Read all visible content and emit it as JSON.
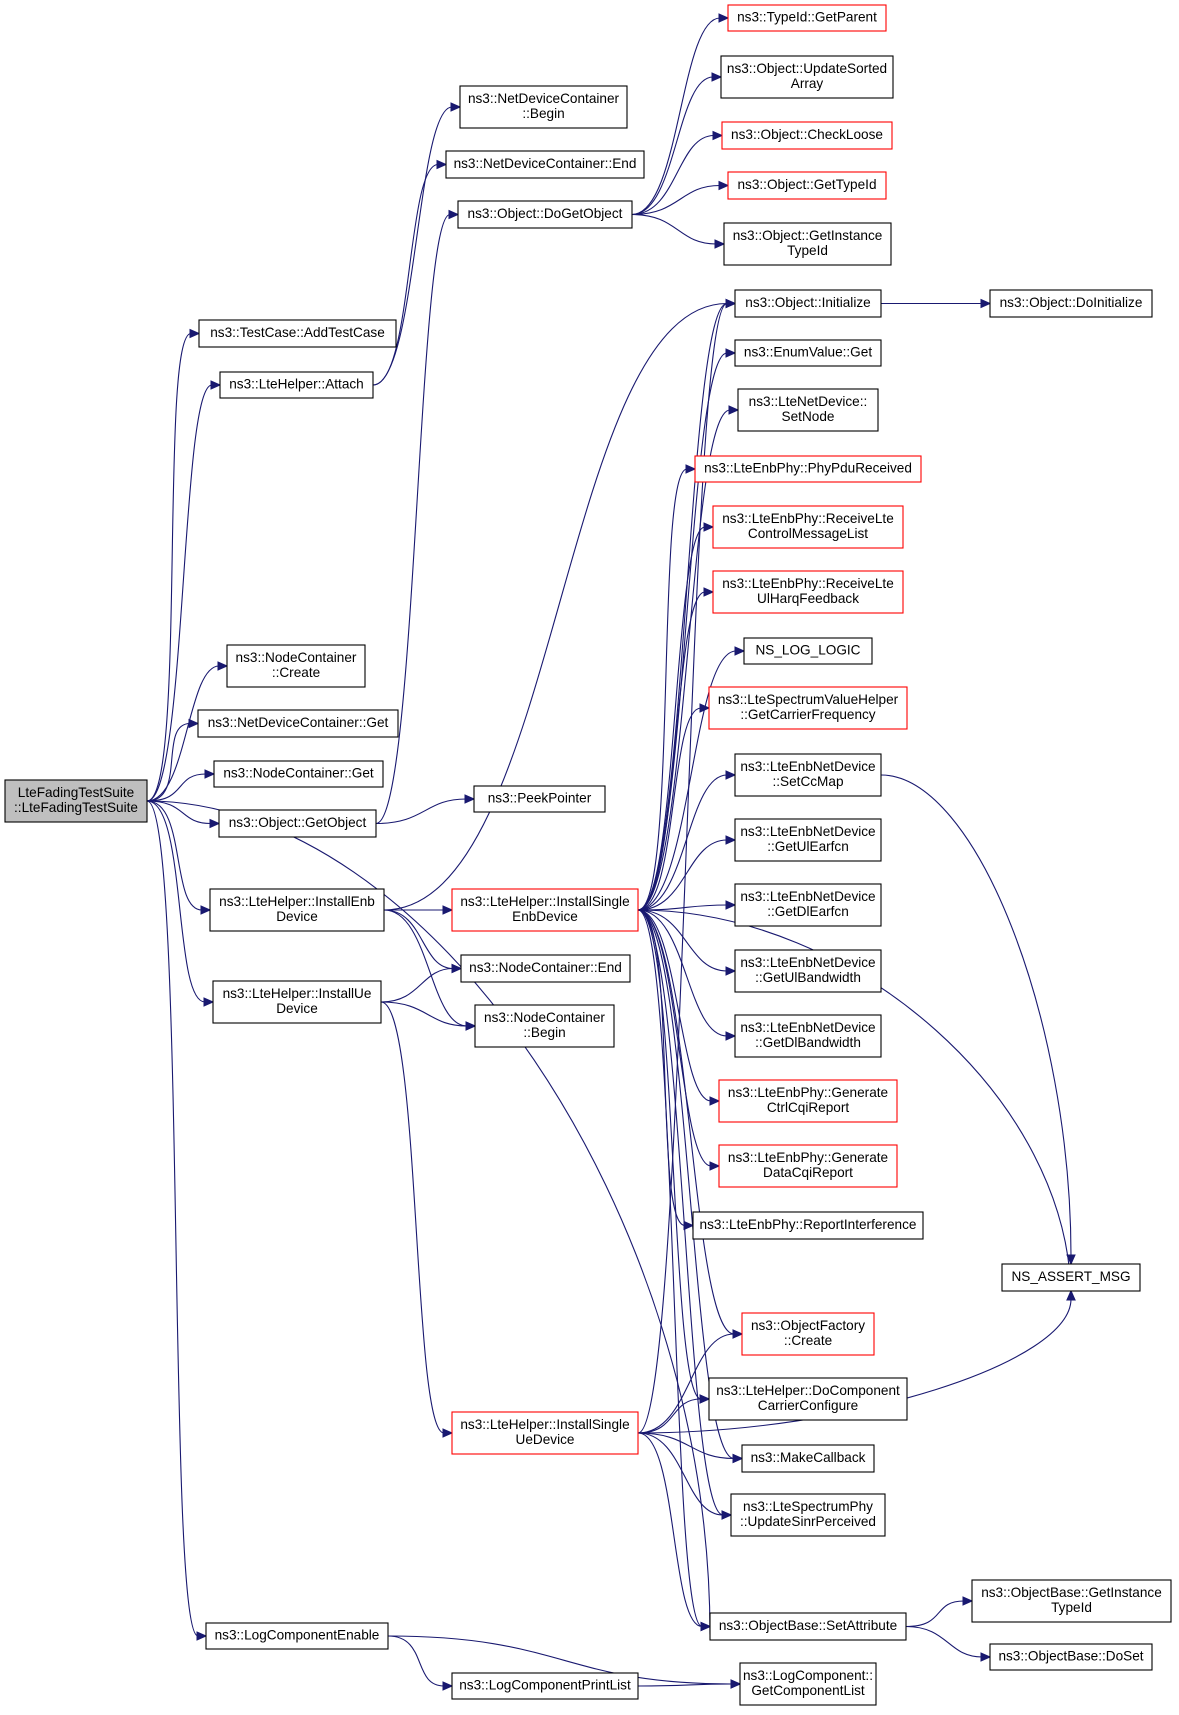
{
  "title": "",
  "root": "lte_fading_test_suite",
  "nodes": [
    {
      "id": "lte_fading_test_suite",
      "lines": [
        "LteFadingTestSuite",
        "::LteFadingTestSuite"
      ],
      "root": true
    },
    {
      "id": "testcase_addtestcase",
      "lines": [
        "ns3::TestCase::AddTestCase"
      ]
    },
    {
      "id": "ltehelper_attach",
      "lines": [
        "ns3::LteHelper::Attach"
      ]
    },
    {
      "id": "nodecontainer_create",
      "lines": [
        "ns3::NodeContainer",
        "::Create"
      ]
    },
    {
      "id": "netdevicecontainer_get",
      "lines": [
        "ns3::NetDeviceContainer::Get"
      ]
    },
    {
      "id": "nodecontainer_get",
      "lines": [
        "ns3::NodeContainer::Get"
      ]
    },
    {
      "id": "object_getobject",
      "lines": [
        "ns3::Object::GetObject"
      ]
    },
    {
      "id": "ltehelper_installenbdevice",
      "lines": [
        "ns3::LteHelper::InstallEnb",
        "Device"
      ]
    },
    {
      "id": "ltehelper_installuedevice",
      "lines": [
        "ns3::LteHelper::InstallUe",
        "Device"
      ]
    },
    {
      "id": "logcomponentenable",
      "lines": [
        "ns3::LogComponentEnable"
      ]
    },
    {
      "id": "netdevicecontainer_begin",
      "lines": [
        "ns3::NetDeviceContainer",
        "::Begin"
      ]
    },
    {
      "id": "netdevicecontainer_end",
      "lines": [
        "ns3::NetDeviceContainer::End"
      ]
    },
    {
      "id": "object_dogetobject",
      "lines": [
        "ns3::Object::DoGetObject"
      ]
    },
    {
      "id": "peekpointer",
      "lines": [
        "ns3::PeekPointer"
      ]
    },
    {
      "id": "ltehelper_installsingleenbdevice",
      "lines": [
        "ns3::LteHelper::InstallSingle",
        "EnbDevice"
      ],
      "red": true
    },
    {
      "id": "nodecontainer_end",
      "lines": [
        "ns3::NodeContainer::End"
      ]
    },
    {
      "id": "nodecontainer_begin",
      "lines": [
        "ns3::NodeContainer",
        "::Begin"
      ]
    },
    {
      "id": "ltehelper_installsingleuedevice",
      "lines": [
        "ns3::LteHelper::InstallSingle",
        "UeDevice"
      ],
      "red": true
    },
    {
      "id": "logcomponentprintlist",
      "lines": [
        "ns3::LogComponentPrintList"
      ]
    },
    {
      "id": "typeid_getparent",
      "lines": [
        "ns3::TypeId::GetParent"
      ],
      "red": true
    },
    {
      "id": "object_updatesortedarray",
      "lines": [
        "ns3::Object::UpdateSorted",
        "Array"
      ]
    },
    {
      "id": "object_checkloose",
      "lines": [
        "ns3::Object::CheckLoose"
      ],
      "red": true
    },
    {
      "id": "object_gettypeid",
      "lines": [
        "ns3::Object::GetTypeId"
      ],
      "red": true
    },
    {
      "id": "object_getinstancetypeid",
      "lines": [
        "ns3::Object::GetInstance",
        "TypeId"
      ]
    },
    {
      "id": "object_initialize",
      "lines": [
        "ns3::Object::Initialize"
      ]
    },
    {
      "id": "object_doinitialize",
      "lines": [
        "ns3::Object::DoInitialize"
      ]
    },
    {
      "id": "enumvalue_get",
      "lines": [
        "ns3::EnumValue::Get"
      ]
    },
    {
      "id": "ltenetdevice_setnode",
      "lines": [
        "ns3::LteNetDevice::",
        "SetNode"
      ]
    },
    {
      "id": "lteenbphy_phypdureceived",
      "lines": [
        "ns3::LteEnbPhy::PhyPduReceived"
      ],
      "red": true
    },
    {
      "id": "lteenbphy_receivectrl",
      "lines": [
        "ns3::LteEnbPhy::ReceiveLte",
        "ControlMessageList"
      ],
      "red": true
    },
    {
      "id": "lteenbphy_receiveulharq",
      "lines": [
        "ns3::LteEnbPhy::ReceiveLte",
        "UlHarqFeedback"
      ],
      "red": true
    },
    {
      "id": "ns_log_logic",
      "lines": [
        "NS_LOG_LOGIC"
      ]
    },
    {
      "id": "ltespectrumvaluehelper_getcarrierfrequency",
      "lines": [
        "ns3::LteSpectrumValueHelper",
        "::GetCarrierFrequency"
      ],
      "red": true
    },
    {
      "id": "lteenbnetdevice_setccmap",
      "lines": [
        "ns3::LteEnbNetDevice",
        "::SetCcMap"
      ]
    },
    {
      "id": "lteenbnetdevice_getulearfcn",
      "lines": [
        "ns3::LteEnbNetDevice",
        "::GetUlEarfcn"
      ]
    },
    {
      "id": "lteenbnetdevice_getdlearfcn",
      "lines": [
        "ns3::LteEnbNetDevice",
        "::GetDlEarfcn"
      ]
    },
    {
      "id": "lteenbnetdevice_getulbandwidth",
      "lines": [
        "ns3::LteEnbNetDevice",
        "::GetUlBandwidth"
      ]
    },
    {
      "id": "lteenbnetdevice_getdlbandwidth",
      "lines": [
        "ns3::LteEnbNetDevice",
        "::GetDlBandwidth"
      ]
    },
    {
      "id": "lteenbphy_generatectrlcqireport",
      "lines": [
        "ns3::LteEnbPhy::Generate",
        "CtrlCqiReport"
      ],
      "red": true
    },
    {
      "id": "lteenbphy_generatedatacqireport",
      "lines": [
        "ns3::LteEnbPhy::Generate",
        "DataCqiReport"
      ],
      "red": true
    },
    {
      "id": "lteenbphy_reportinterference",
      "lines": [
        "ns3::LteEnbPhy::ReportInterference"
      ]
    },
    {
      "id": "ns_assert_msg",
      "lines": [
        "NS_ASSERT_MSG"
      ]
    },
    {
      "id": "objectfactory_create",
      "lines": [
        "ns3::ObjectFactory",
        "::Create"
      ],
      "red": true
    },
    {
      "id": "ltehelper_docomponentcarrierconfigure",
      "lines": [
        "ns3::LteHelper::DoComponent",
        "CarrierConfigure"
      ]
    },
    {
      "id": "makecallback",
      "lines": [
        "ns3::MakeCallback"
      ]
    },
    {
      "id": "ltespectrumphy_updatesinrperceived",
      "lines": [
        "ns3::LteSpectrumPhy",
        "::UpdateSinrPerceived"
      ]
    },
    {
      "id": "objectbase_setattribute",
      "lines": [
        "ns3::ObjectBase::SetAttribute"
      ]
    },
    {
      "id": "objectbase_getinstancetypeid",
      "lines": [
        "ns3::ObjectBase::GetInstance",
        "TypeId"
      ]
    },
    {
      "id": "objectbase_doset",
      "lines": [
        "ns3::ObjectBase::DoSet"
      ]
    },
    {
      "id": "logcomponent_getcomponentlist",
      "lines": [
        "ns3::LogComponent::",
        "GetComponentList"
      ]
    }
  ],
  "edges": [
    [
      "lte_fading_test_suite",
      "testcase_addtestcase"
    ],
    [
      "lte_fading_test_suite",
      "ltehelper_attach"
    ],
    [
      "lte_fading_test_suite",
      "nodecontainer_create"
    ],
    [
      "lte_fading_test_suite",
      "netdevicecontainer_get"
    ],
    [
      "lte_fading_test_suite",
      "nodecontainer_get"
    ],
    [
      "lte_fading_test_suite",
      "object_getobject"
    ],
    [
      "lte_fading_test_suite",
      "ltehelper_installenbdevice"
    ],
    [
      "lte_fading_test_suite",
      "ltehelper_installuedevice"
    ],
    [
      "lte_fading_test_suite",
      "logcomponentenable"
    ],
    [
      "lte_fading_test_suite",
      "objectbase_setattribute"
    ],
    [
      "ltehelper_attach",
      "netdevicecontainer_begin"
    ],
    [
      "ltehelper_attach",
      "netdevicecontainer_end"
    ],
    [
      "object_getobject",
      "object_dogetobject"
    ],
    [
      "object_getobject",
      "peekpointer"
    ],
    [
      "object_dogetobject",
      "typeid_getparent"
    ],
    [
      "object_dogetobject",
      "object_updatesortedarray"
    ],
    [
      "object_dogetobject",
      "object_checkloose"
    ],
    [
      "object_dogetobject",
      "object_gettypeid"
    ],
    [
      "object_dogetobject",
      "object_getinstancetypeid"
    ],
    [
      "ltehelper_installenbdevice",
      "ltehelper_installsingleenbdevice"
    ],
    [
      "ltehelper_installenbdevice",
      "nodecontainer_end"
    ],
    [
      "ltehelper_installenbdevice",
      "nodecontainer_begin"
    ],
    [
      "ltehelper_installenbdevice",
      "object_initialize"
    ],
    [
      "ltehelper_installuedevice",
      "nodecontainer_end"
    ],
    [
      "ltehelper_installuedevice",
      "nodecontainer_begin"
    ],
    [
      "ltehelper_installuedevice",
      "ltehelper_installsingleuedevice"
    ],
    [
      "ltehelper_installsingleenbdevice",
      "object_initialize"
    ],
    [
      "ltehelper_installsingleenbdevice",
      "enumvalue_get"
    ],
    [
      "ltehelper_installsingleenbdevice",
      "ltenetdevice_setnode"
    ],
    [
      "ltehelper_installsingleenbdevice",
      "lteenbphy_phypdureceived"
    ],
    [
      "ltehelper_installsingleenbdevice",
      "lteenbphy_receivectrl"
    ],
    [
      "ltehelper_installsingleenbdevice",
      "lteenbphy_receiveulharq"
    ],
    [
      "ltehelper_installsingleenbdevice",
      "ns_log_logic"
    ],
    [
      "ltehelper_installsingleenbdevice",
      "ltespectrumvaluehelper_getcarrierfrequency"
    ],
    [
      "ltehelper_installsingleenbdevice",
      "lteenbnetdevice_setccmap"
    ],
    [
      "ltehelper_installsingleenbdevice",
      "lteenbnetdevice_getulearfcn"
    ],
    [
      "ltehelper_installsingleenbdevice",
      "lteenbnetdevice_getdlearfcn"
    ],
    [
      "ltehelper_installsingleenbdevice",
      "lteenbnetdevice_getulbandwidth"
    ],
    [
      "ltehelper_installsingleenbdevice",
      "lteenbnetdevice_getdlbandwidth"
    ],
    [
      "ltehelper_installsingleenbdevice",
      "lteenbphy_generatectrlcqireport"
    ],
    [
      "ltehelper_installsingleenbdevice",
      "lteenbphy_generatedatacqireport"
    ],
    [
      "ltehelper_installsingleenbdevice",
      "lteenbphy_reportinterference"
    ],
    [
      "ltehelper_installsingleenbdevice",
      "ns_assert_msg"
    ],
    [
      "ltehelper_installsingleenbdevice",
      "objectfactory_create"
    ],
    [
      "ltehelper_installsingleenbdevice",
      "ltehelper_docomponentcarrierconfigure"
    ],
    [
      "ltehelper_installsingleenbdevice",
      "makecallback"
    ],
    [
      "ltehelper_installsingleenbdevice",
      "ltespectrumphy_updatesinrperceived"
    ],
    [
      "ltehelper_installsingleenbdevice",
      "objectbase_setattribute"
    ],
    [
      "ltehelper_installsingleuedevice",
      "objectfactory_create"
    ],
    [
      "ltehelper_installsingleuedevice",
      "ltehelper_docomponentcarrierconfigure"
    ],
    [
      "ltehelper_installsingleuedevice",
      "makecallback"
    ],
    [
      "ltehelper_installsingleuedevice",
      "ltespectrumphy_updatesinrperceived"
    ],
    [
      "ltehelper_installsingleuedevice",
      "ns_assert_msg"
    ],
    [
      "ltehelper_installsingleuedevice",
      "object_initialize"
    ],
    [
      "ltehelper_installsingleuedevice",
      "objectbase_setattribute"
    ],
    [
      "object_initialize",
      "object_doinitialize"
    ],
    [
      "lteenbnetdevice_setccmap",
      "ns_assert_msg"
    ],
    [
      "logcomponentenable",
      "logcomponentprintlist"
    ],
    [
      "logcomponentenable",
      "logcomponent_getcomponentlist"
    ],
    [
      "logcomponentprintlist",
      "logcomponent_getcomponentlist"
    ],
    [
      "objectbase_setattribute",
      "objectbase_getinstancetypeid"
    ],
    [
      "objectbase_setattribute",
      "objectbase_doset"
    ]
  ]
}
